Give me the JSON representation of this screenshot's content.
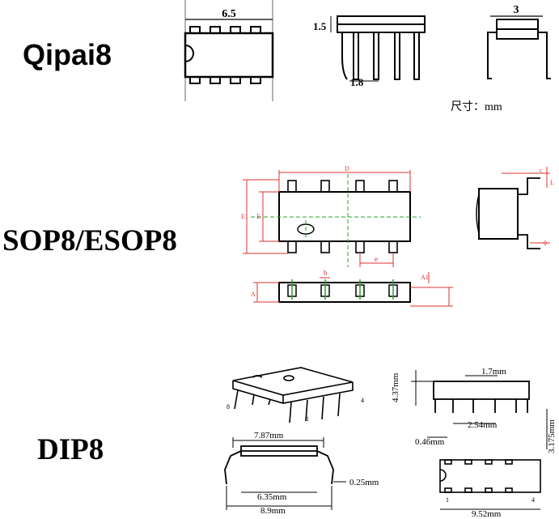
{
  "packages": [
    {
      "name": "Qipai8"
    },
    {
      "name": "SOP8/ESOP8"
    },
    {
      "name": "DIP8"
    }
  ],
  "qipai8": {
    "width_label": "6.5",
    "height_label": "1.5",
    "pitch_label": "1.8",
    "side_width_label": "3",
    "unit_note": "尺寸：mm"
  },
  "sop8": {
    "d_label": "D",
    "e1_label": "E1",
    "e_label": "E",
    "pitch_label": "e",
    "b_label": "b",
    "a1_label": "A1",
    "a_label": "A",
    "c_label": "c",
    "l_label": "L",
    "theta_label": "θ"
  },
  "dip8": {
    "pin1_label": "1",
    "pin4_label": "4",
    "pin8_label": "8",
    "lead_width_label": "1.7mm",
    "height_label": "4.37mm",
    "pitch_label": "2.54mm",
    "lead_dia_label": "0.46mm",
    "lead_len_label": "3.175mm",
    "row_label": "7.87mm",
    "thick_label": "0.25mm",
    "body_label": "6.35mm",
    "span_label": "8.9mm",
    "length_label": "9.52mm"
  }
}
